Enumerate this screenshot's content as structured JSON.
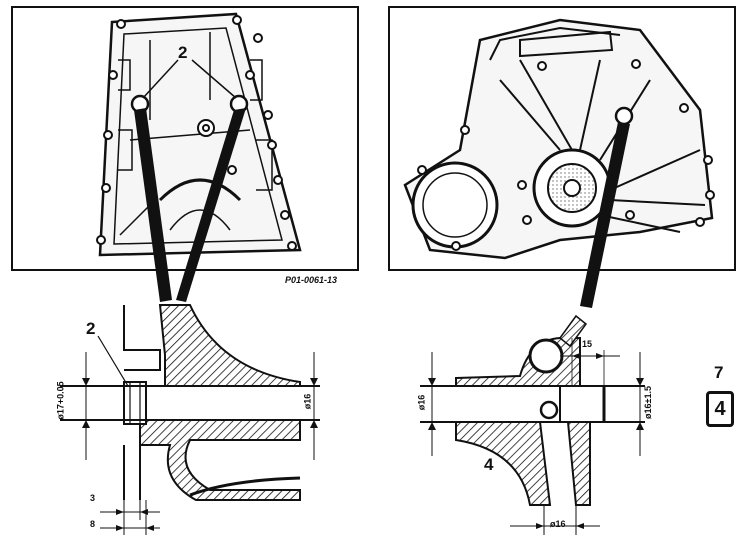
{
  "figure": {
    "reference_code": "P01-0061-13",
    "callouts": {
      "left_bush": "2",
      "left_top": "2",
      "right_part": "4"
    },
    "page_marker": {
      "chapter": "7",
      "tab": "4"
    },
    "dimensions_left": {
      "outer_dia": "ø17+0.05",
      "inner_dia": "ø16",
      "depth_a": "3",
      "depth_b": "8"
    },
    "dimensions_right": {
      "dia": "ø16",
      "depth": "15",
      "dia_b": "ø16±1.5",
      "dia_bottom": "ø16"
    }
  },
  "colors": {
    "ink": "#111111",
    "paper": "#ffffff"
  }
}
